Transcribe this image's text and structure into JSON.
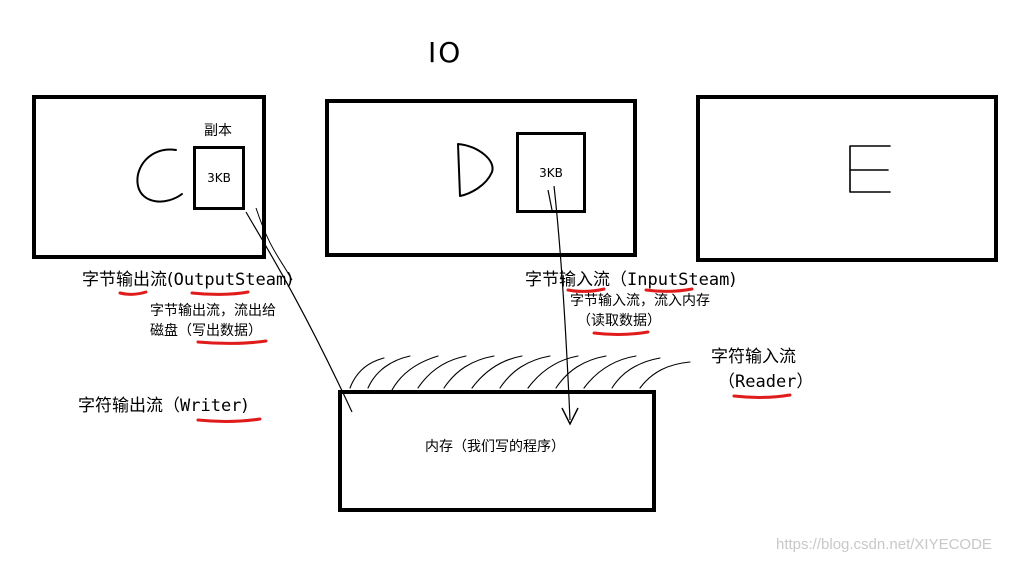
{
  "title": "IO",
  "drives": [
    {
      "letter": "C",
      "file_note": "副本",
      "file_size": "3KB"
    },
    {
      "letter": "D",
      "file_size": "3KB"
    },
    {
      "letter": "E"
    }
  ],
  "labels": {
    "byte_output": {
      "prefix": "字节输出流",
      "paren_open": "(",
      "name": "OutputSteam",
      "paren_close": ")"
    },
    "byte_output_desc_line1": "字节输出流，流出给",
    "byte_output_desc_line2_prefix": "磁盘（",
    "byte_output_desc_line2_key": "写出数据",
    "byte_output_desc_line2_suffix": "）",
    "byte_input": {
      "prefix": "字节输入流（",
      "name": "InputSteam",
      "paren_close": ")"
    },
    "byte_input_desc_line1": "字节输入流，流入内存",
    "byte_input_desc_line2_prefix": "（",
    "byte_input_desc_line2_key": "读取数据",
    "byte_input_desc_line2_suffix": "）",
    "char_output": {
      "prefix": "字符输出流（",
      "name": "Writer",
      "paren_close": ")"
    },
    "char_input": {
      "line1": "字符输入流",
      "paren_open": "（",
      "name": "Reader",
      "paren_close": "）"
    }
  },
  "memory": {
    "label": "内存（我们写的程序）"
  },
  "watermark": "https://blog.csdn.net/XIYECODE",
  "colors": {
    "underline": "#e01b1b",
    "stroke": "#000000"
  }
}
